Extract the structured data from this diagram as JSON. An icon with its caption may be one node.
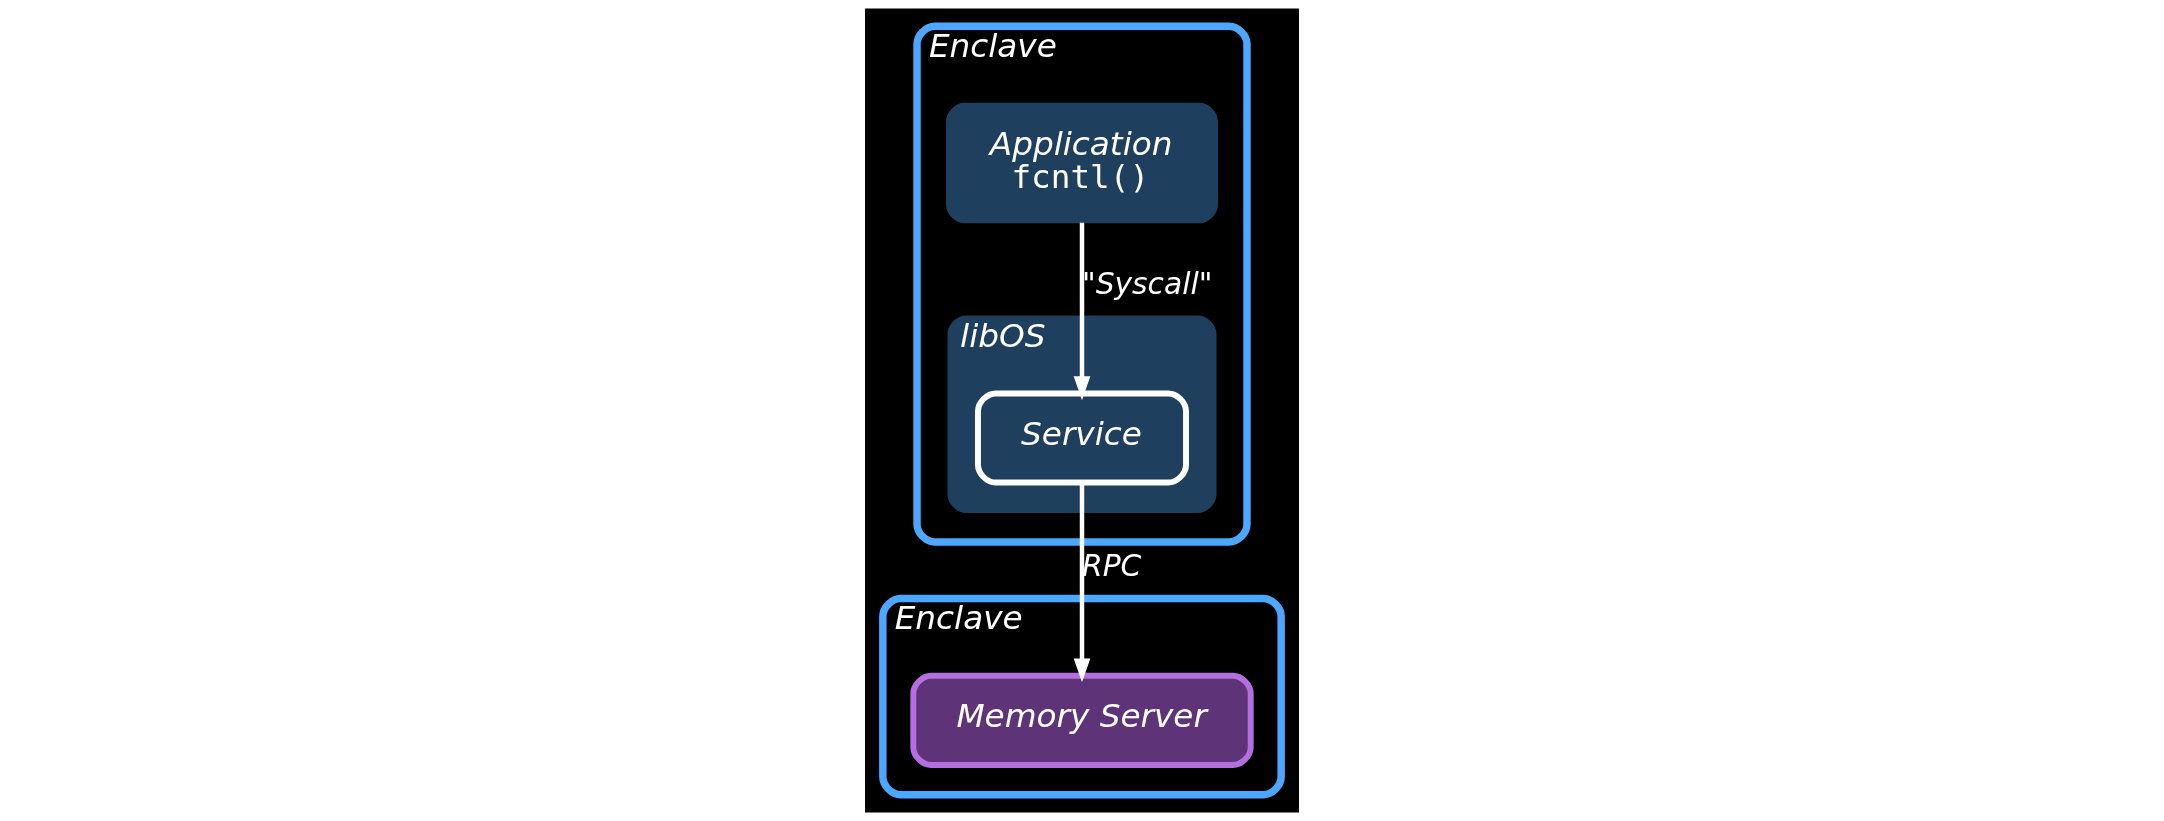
{
  "diagram": {
    "nodes": [
      {
        "text": [
          "Enclave"
        ]
      },
      {
        "text": [
          "Application",
          "fcntl()"
        ],
        "in": 0
      },
      {
        "text": [
          "libOS"
        ],
        "in": 0
      },
      {
        "text": [
          "Service"
        ],
        "in": 2
      },
      {
        "text": [
          "Enclave"
        ]
      },
      {
        "text": [
          "Memory Server"
        ],
        "in": 4
      }
    ],
    "edges": [
      {
        "from": 1,
        "to": 3,
        "arrow": "to",
        "label": "\"Syscall\""
      },
      {
        "from": 3,
        "to": 5,
        "arrow": "to",
        "label": "RPC"
      }
    ]
  }
}
